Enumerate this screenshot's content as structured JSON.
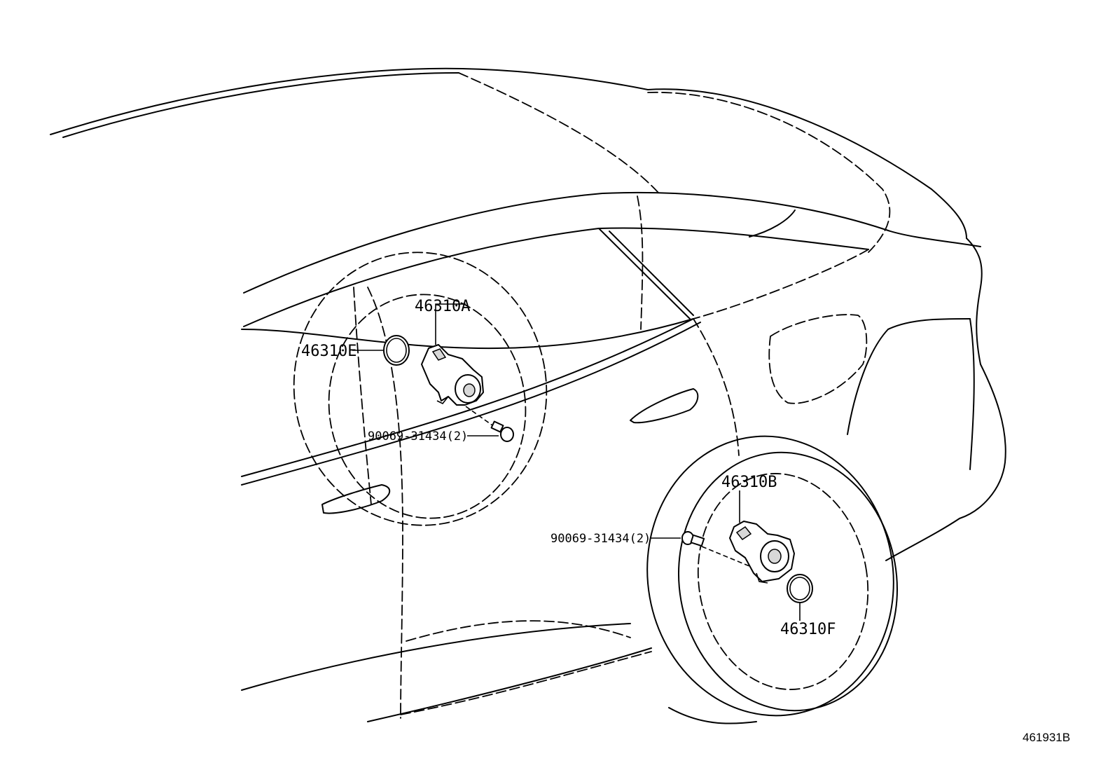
{
  "callouts": {
    "part_a": "46310A",
    "part_e": "46310E",
    "bolt_upper": "90069-31434(2)",
    "part_b": "46310B",
    "bolt_lower": "90069-31434(2)",
    "part_f": "46310F"
  },
  "figure_ref": "461931B"
}
